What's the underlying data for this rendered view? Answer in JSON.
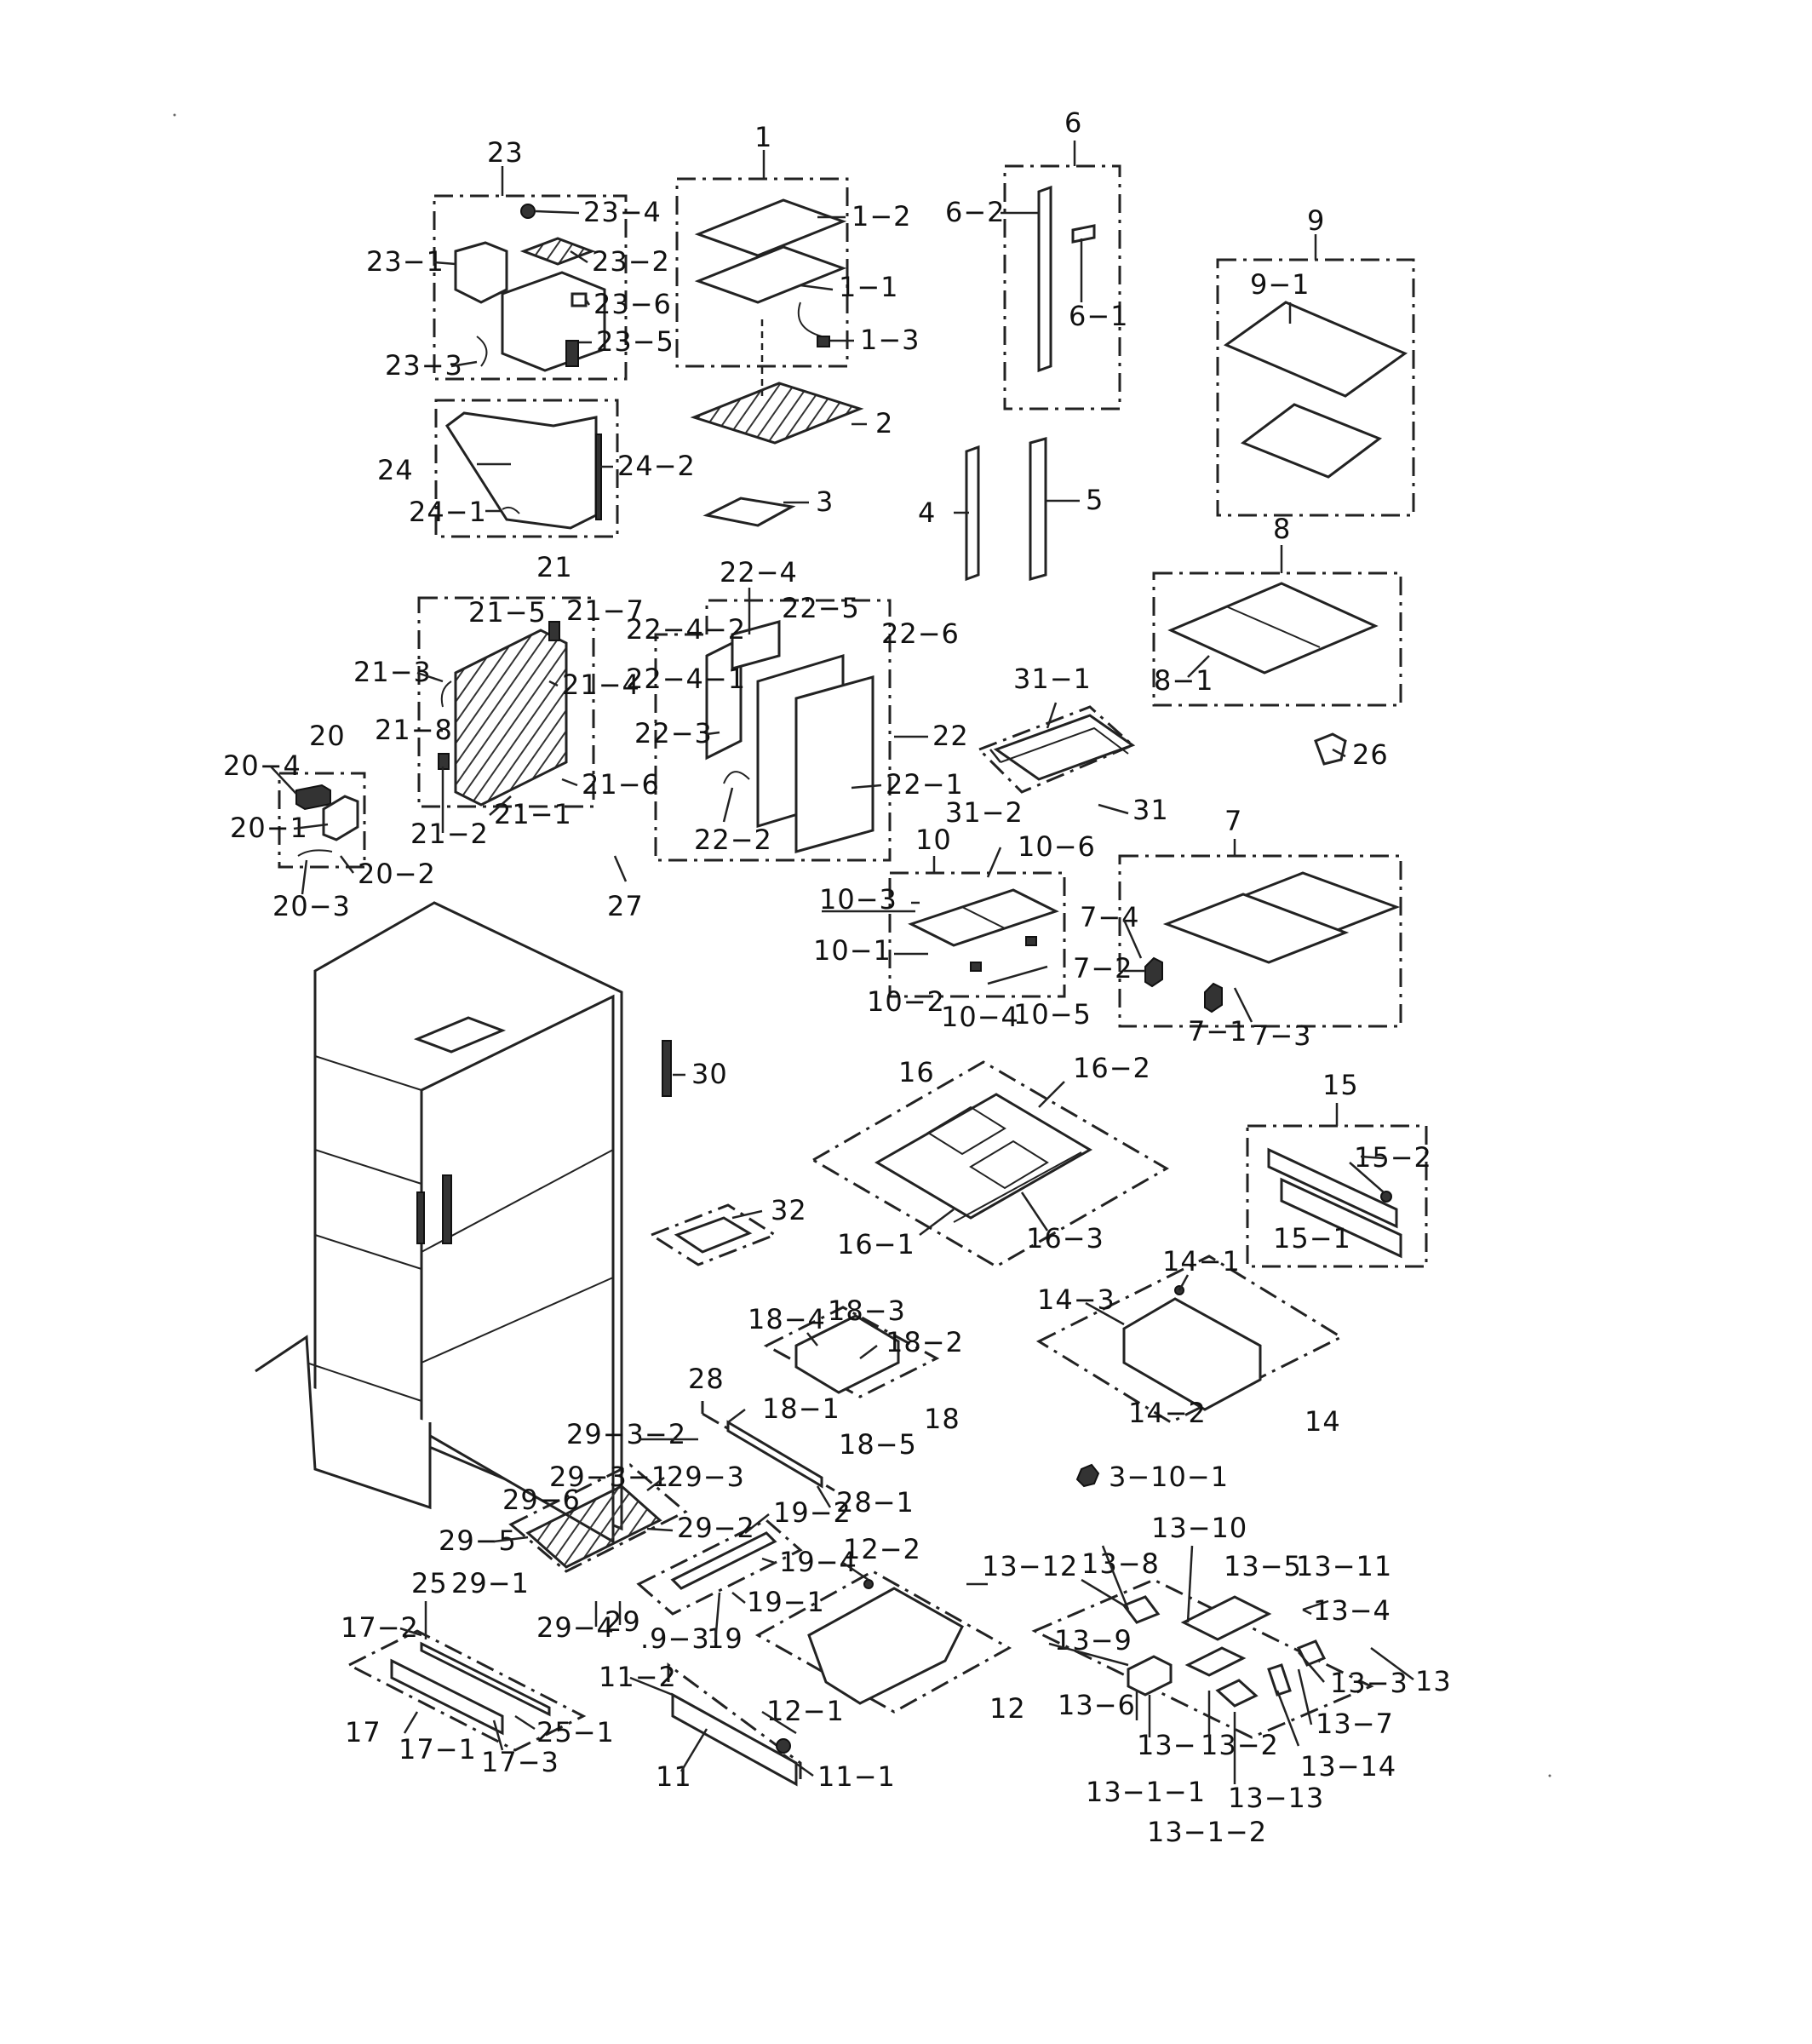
{
  "callouts": [
    {
      "id": "c1",
      "text": "1"
    },
    {
      "id": "c1-2",
      "text": "1−2"
    },
    {
      "id": "c1-1",
      "text": "1−1"
    },
    {
      "id": "c1-3",
      "text": "1−3"
    },
    {
      "id": "c2",
      "text": "2"
    },
    {
      "id": "c3",
      "text": "3"
    },
    {
      "id": "c4",
      "text": "4"
    },
    {
      "id": "c5",
      "text": "5"
    },
    {
      "id": "c6",
      "text": "6"
    },
    {
      "id": "c6-2",
      "text": "6−2"
    },
    {
      "id": "c6-1",
      "text": "6−1"
    },
    {
      "id": "c7",
      "text": "7"
    },
    {
      "id": "c7-4",
      "text": "7−4"
    },
    {
      "id": "c7-2",
      "text": "7−2"
    },
    {
      "id": "c7-1",
      "text": "7−1"
    },
    {
      "id": "c7-3",
      "text": "7−3"
    },
    {
      "id": "c8",
      "text": "8"
    },
    {
      "id": "c8-1",
      "text": "8−1"
    },
    {
      "id": "c9",
      "text": "9"
    },
    {
      "id": "c9-1",
      "text": "9−1"
    },
    {
      "id": "c10",
      "text": "10"
    },
    {
      "id": "c10-6",
      "text": "10−6"
    },
    {
      "id": "c10-3",
      "text": "10−3"
    },
    {
      "id": "c10-1",
      "text": "10−1"
    },
    {
      "id": "c10-2",
      "text": "10−2"
    },
    {
      "id": "c10-4",
      "text": "10−4"
    },
    {
      "id": "c10-5",
      "text": "10−5"
    },
    {
      "id": "c11",
      "text": "11"
    },
    {
      "id": "c11-1",
      "text": "11−1"
    },
    {
      "id": "c11-2",
      "text": "11−2"
    },
    {
      "id": "c12",
      "text": "12"
    },
    {
      "id": "c12-1",
      "text": "12−1"
    },
    {
      "id": "c12-2",
      "text": "12−2"
    },
    {
      "id": "c13",
      "text": "13"
    },
    {
      "id": "c13-1",
      "text": "13−"
    },
    {
      "id": "c13-1-1",
      "text": "13−1−1"
    },
    {
      "id": "c13-1-2",
      "text": "13−1−2"
    },
    {
      "id": "c13-2",
      "text": "13−2"
    },
    {
      "id": "c13-3",
      "text": "13−3"
    },
    {
      "id": "c13-4",
      "text": "13−4"
    },
    {
      "id": "c13-5",
      "text": "13−5"
    },
    {
      "id": "c13-6",
      "text": "13−6"
    },
    {
      "id": "c13-7",
      "text": "13−7"
    },
    {
      "id": "c13-8",
      "text": "13−8"
    },
    {
      "id": "c13-9",
      "text": "13−9"
    },
    {
      "id": "c13-10",
      "text": "13−10"
    },
    {
      "id": "c13-10-1",
      "text": "3−10−1"
    },
    {
      "id": "c13-11",
      "text": "13−11"
    },
    {
      "id": "c13-12",
      "text": "13−12"
    },
    {
      "id": "c13-13",
      "text": "13−13"
    },
    {
      "id": "c13-14",
      "text": "13−14"
    },
    {
      "id": "c14",
      "text": "14"
    },
    {
      "id": "c14-1",
      "text": "14−1"
    },
    {
      "id": "c14-2",
      "text": "14−2"
    },
    {
      "id": "c14-3",
      "text": "14−3"
    },
    {
      "id": "c15",
      "text": "15"
    },
    {
      "id": "c15-1",
      "text": "15−1"
    },
    {
      "id": "c15-2",
      "text": "15−2"
    },
    {
      "id": "c16",
      "text": "16"
    },
    {
      "id": "c16-1",
      "text": "16−1"
    },
    {
      "id": "c16-2",
      "text": "16−2"
    },
    {
      "id": "c16-3",
      "text": "16−3"
    },
    {
      "id": "c17",
      "text": "17"
    },
    {
      "id": "c17-1",
      "text": "17−1"
    },
    {
      "id": "c17-2",
      "text": "17−2"
    },
    {
      "id": "c17-3",
      "text": "17−3"
    },
    {
      "id": "c18",
      "text": "18"
    },
    {
      "id": "c18-1",
      "text": "18−1"
    },
    {
      "id": "c18-2",
      "text": "18−2"
    },
    {
      "id": "c18-3",
      "text": "18−3"
    },
    {
      "id": "c18-4",
      "text": "18−4"
    },
    {
      "id": "c18-5",
      "text": "18−5"
    },
    {
      "id": "c19",
      "text": "19"
    },
    {
      "id": "c19-1",
      "text": "19−1"
    },
    {
      "id": "c19-2",
      "text": "19−2"
    },
    {
      "id": "c19-3",
      "text": ".9−3"
    },
    {
      "id": "c19-4",
      "text": "19−4"
    },
    {
      "id": "c20",
      "text": "20"
    },
    {
      "id": "c20-1",
      "text": "20−1"
    },
    {
      "id": "c20-2",
      "text": "20−2"
    },
    {
      "id": "c20-3",
      "text": "20−3"
    },
    {
      "id": "c20-4",
      "text": "20−4"
    },
    {
      "id": "c21",
      "text": "21"
    },
    {
      "id": "c21-1",
      "text": "21−1"
    },
    {
      "id": "c21-2",
      "text": "21−2"
    },
    {
      "id": "c21-3",
      "text": "21−3"
    },
    {
      "id": "c21-4",
      "text": "21−4"
    },
    {
      "id": "c21-5",
      "text": "21−5"
    },
    {
      "id": "c21-6",
      "text": "21−6"
    },
    {
      "id": "c21-7",
      "text": "21−7"
    },
    {
      "id": "c21-8",
      "text": "21−8"
    },
    {
      "id": "c22",
      "text": "22"
    },
    {
      "id": "c22-1",
      "text": "22−1"
    },
    {
      "id": "c22-2",
      "text": "22−2"
    },
    {
      "id": "c22-3",
      "text": "22−3"
    },
    {
      "id": "c22-4",
      "text": "22−4"
    },
    {
      "id": "c22-4-1",
      "text": "22−4−1"
    },
    {
      "id": "c22-4-2",
      "text": "22−4−2"
    },
    {
      "id": "c22-5",
      "text": "22−5"
    },
    {
      "id": "c22-6",
      "text": "22−6"
    },
    {
      "id": "c23",
      "text": "23"
    },
    {
      "id": "c23-1",
      "text": "23−1"
    },
    {
      "id": "c23-2",
      "text": "23−2"
    },
    {
      "id": "c23-3",
      "text": "23−3"
    },
    {
      "id": "c23-4",
      "text": "23−4"
    },
    {
      "id": "c23-5",
      "text": "23−5"
    },
    {
      "id": "c23-6",
      "text": "23−6"
    },
    {
      "id": "c24",
      "text": "24"
    },
    {
      "id": "c24-1",
      "text": "24−1"
    },
    {
      "id": "c24-2",
      "text": "24−2"
    },
    {
      "id": "c25",
      "text": "25"
    },
    {
      "id": "c25-1",
      "text": "25−1"
    },
    {
      "id": "c26",
      "text": "26"
    },
    {
      "id": "c27",
      "text": "27"
    },
    {
      "id": "c28",
      "text": "28"
    },
    {
      "id": "c28-1",
      "text": "28−1"
    },
    {
      "id": "c29",
      "text": "29"
    },
    {
      "id": "c29-1",
      "text": "29−1"
    },
    {
      "id": "c29-2",
      "text": "29−2"
    },
    {
      "id": "c29-3",
      "text": "29−3"
    },
    {
      "id": "c29-3-1",
      "text": "29−3−1"
    },
    {
      "id": "c29-3-2",
      "text": "29−3−2"
    },
    {
      "id": "c29-4",
      "text": "29−4"
    },
    {
      "id": "c29-5",
      "text": "29−5"
    },
    {
      "id": "c29-6",
      "text": "29−6"
    },
    {
      "id": "c30",
      "text": "30"
    },
    {
      "id": "c31",
      "text": "31"
    },
    {
      "id": "c31-1",
      "text": "31−1"
    },
    {
      "id": "c31-2",
      "text": "31−2"
    },
    {
      "id": "c32",
      "text": "32"
    }
  ]
}
